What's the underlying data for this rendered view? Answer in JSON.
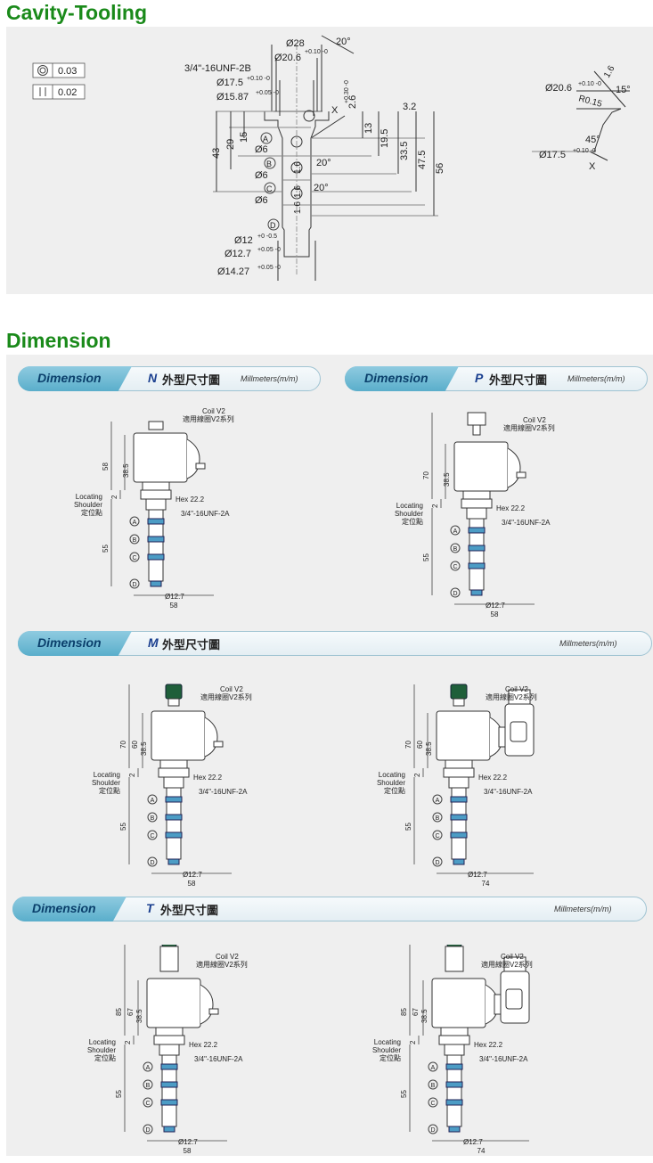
{
  "cavity": {
    "title": "Cavity-Tooling",
    "tolerance": [
      {
        "icon": "concentricity-icon",
        "value": "0.03"
      },
      {
        "icon": "parallelism-icon",
        "value": "0.02"
      }
    ],
    "main": {
      "d28": "Ø28",
      "d20_6": "Ø20.6",
      "d20_6_tol": "+0.10 -0",
      "ang20": "20°",
      "thread": "3/4\"-16UNF-2B",
      "d17_5": "Ø17.5",
      "d17_5_tol": "+0.10 -0",
      "d15_87": "Ø15.87",
      "d15_87_tol": "+0.05 -0",
      "d2_6": "2.6",
      "d2_6_tol": "+0.30 -0",
      "x_mark": "X",
      "r3_2": "3.2",
      "v15": "15",
      "v29": "29",
      "v43": "43",
      "v13": "13",
      "v19_5": "19.5",
      "v33_5": "33.5",
      "v47_5": "47.5",
      "v56": "56",
      "port_a": "A",
      "port_b": "B",
      "port_c": "C",
      "port_d": "D",
      "o6": "Ø6",
      "v1_6": "1.6",
      "ang20b": "20°",
      "ang20c": "20°",
      "d12": "Ø12",
      "d12_tol": "+0 -0.5",
      "d12_7": "Ø12.7",
      "d12_7_tol": "+0.05 -0",
      "d14_27": "Ø14.27",
      "d14_27_tol": "+0.05 -0"
    },
    "detail": {
      "d20_6": "Ø20.6",
      "d20_6_tol": "+0.10 -0",
      "v1_6": "1.6",
      "ang15": "15°",
      "r0_15": "R0.15",
      "ang45": "45°",
      "d17_5": "Ø17.5",
      "d17_5_tol": "+0.10 -0",
      "x_mark": "X"
    }
  },
  "dimension": {
    "title": "Dimension",
    "banner_label": "Dimension",
    "units": "Millmeters(m/m)",
    "banners": [
      {
        "code": "N",
        "cn": "外型尺寸圖"
      },
      {
        "code": "P",
        "cn": "外型尺寸圖"
      },
      {
        "code": "M",
        "cn": "外型尺寸圖"
      },
      {
        "code": "T",
        "cn": "外型尺寸圖"
      }
    ],
    "common": {
      "coil": "Coil V2",
      "coil_cn": "適用線圈V2系列",
      "locating": "Locating",
      "shoulder": "Shoulder",
      "locating_cn": "定位點",
      "hex": "Hex 22.2",
      "thread": "3/4\"-16UNF-2A",
      "dia": "Ø12.7",
      "h38_5": "38.5",
      "h2": "2",
      "h55": "55",
      "port_a": "A",
      "port_b": "B",
      "port_c": "C",
      "port_d": "D"
    },
    "drawings": [
      {
        "id": "N",
        "total": "58",
        "mid": "",
        "width": "58"
      },
      {
        "id": "P",
        "total": "70",
        "mid": "",
        "width": "58"
      },
      {
        "id": "M1",
        "total": "70",
        "mid": "60",
        "width": "58"
      },
      {
        "id": "M2",
        "total": "70",
        "mid": "60",
        "width": "74"
      },
      {
        "id": "T1",
        "total": "85",
        "mid": "67",
        "width": "58"
      },
      {
        "id": "T2",
        "total": "85",
        "mid": "67",
        "width": "74"
      }
    ]
  }
}
